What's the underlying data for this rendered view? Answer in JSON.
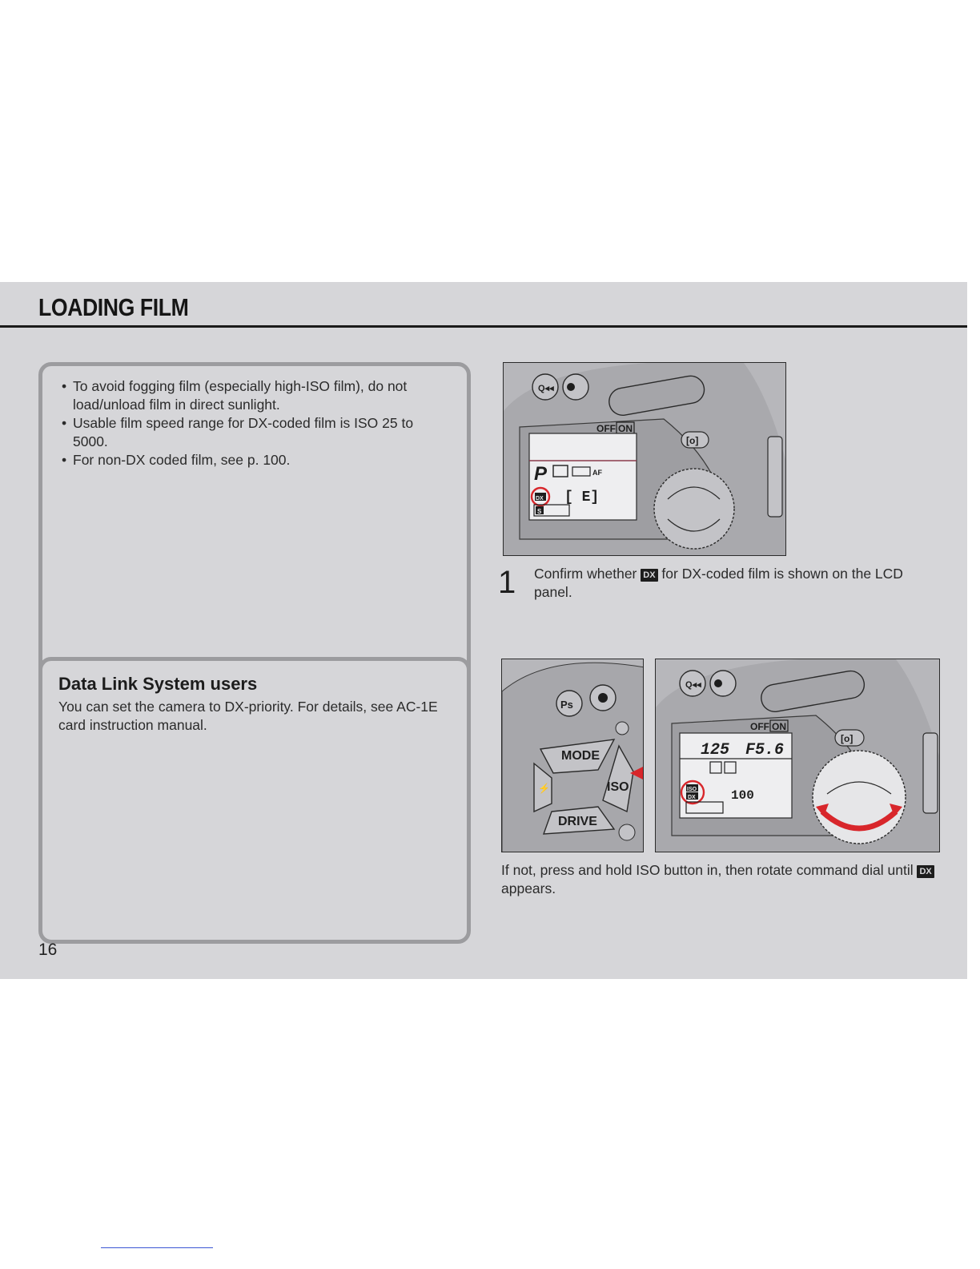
{
  "header": {
    "title": "LOADING FILM"
  },
  "notes_box": {
    "items": [
      "To avoid fogging film (especially high-ISO film), do not load/unload film in direct sunlight.",
      "Usable film speed range for DX-coded film is ISO 25 to 5000.",
      "For non-DX coded film, see p. 100."
    ]
  },
  "data_link_box": {
    "heading": "Data Link System users",
    "body": "You can set the camera to DX-priority. For details, see AC-1E card instruction manual."
  },
  "step1": {
    "number": "1",
    "text_before": "Confirm whether",
    "badge": "DX",
    "text_after": "for DX-coded film is shown on the LCD panel.",
    "figure": {
      "lcd_mode": "P",
      "lcd_center": "[ E]",
      "lcd_dx": "DX",
      "lcd_s": "S",
      "af_label": "AF",
      "switch_off": "OFF",
      "switch_on": "ON"
    }
  },
  "step2": {
    "text_before": "If not, press and hold ISO button in, then rotate command dial until",
    "badge": "DX",
    "text_after": "appears.",
    "figure_buttons": {
      "ps": "Ps",
      "mode": "MODE",
      "iso": "ISO",
      "drive": "DRIVE"
    },
    "figure_lcd": {
      "shutter": "125",
      "aperture": "F5.6",
      "iso_value": "100",
      "iso_label": "ISO",
      "dx_label": "DX",
      "switch_off": "OFF",
      "switch_on": "ON"
    }
  },
  "footer": {
    "page_number": "16"
  },
  "colors": {
    "page_bg": "#d6d6d9",
    "box_border": "#9c9c9f",
    "highlight": "#d8262b"
  }
}
